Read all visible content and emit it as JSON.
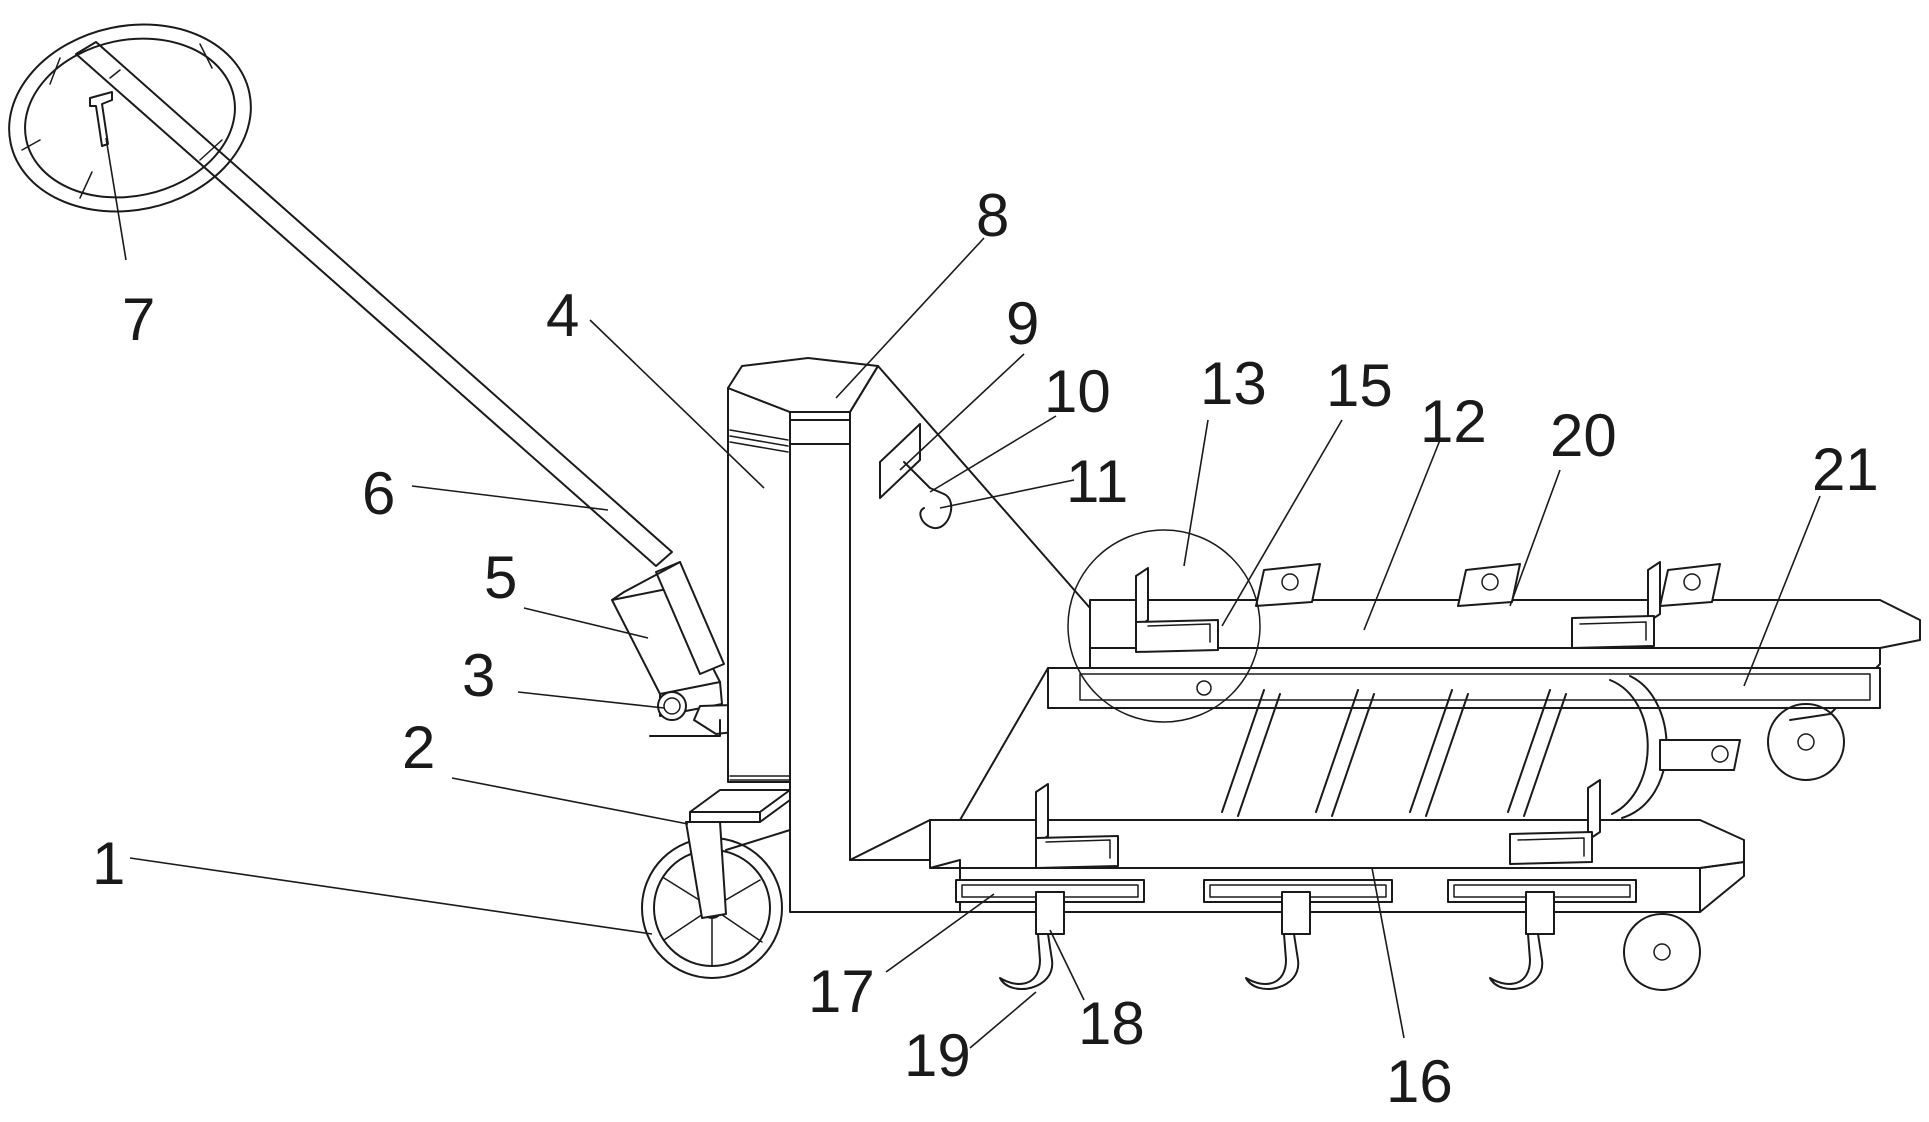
{
  "figure": {
    "callouts": [
      {
        "id": "1",
        "text": "1"
      },
      {
        "id": "2",
        "text": "2"
      },
      {
        "id": "3",
        "text": "3"
      },
      {
        "id": "4",
        "text": "4"
      },
      {
        "id": "5",
        "text": "5"
      },
      {
        "id": "6",
        "text": "6"
      },
      {
        "id": "7",
        "text": "7"
      },
      {
        "id": "8",
        "text": "8"
      },
      {
        "id": "9",
        "text": "9"
      },
      {
        "id": "10",
        "text": "10"
      },
      {
        "id": "11",
        "text": "11"
      },
      {
        "id": "12",
        "text": "12"
      },
      {
        "id": "13",
        "text": "13"
      },
      {
        "id": "15",
        "text": "15"
      },
      {
        "id": "16",
        "text": "16"
      },
      {
        "id": "17",
        "text": "17"
      },
      {
        "id": "18",
        "text": "18"
      },
      {
        "id": "19",
        "text": "19"
      },
      {
        "id": "20",
        "text": "20"
      },
      {
        "id": "21",
        "text": "21"
      }
    ],
    "colors": {
      "line": "#1a1a1a",
      "background": "#ffffff"
    }
  }
}
